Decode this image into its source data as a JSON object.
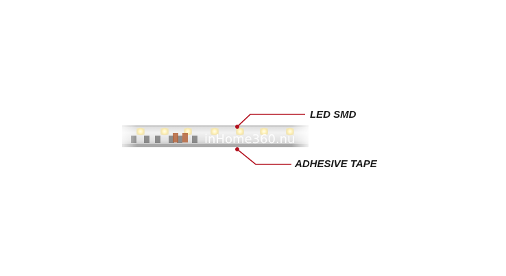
{
  "callouts": {
    "led_smd": "LED SMD",
    "adhesive_tape": "ADHESIVE TAPE"
  },
  "watermark": "inHome360.nu",
  "colors": {
    "leader_line": "#b3101e",
    "strip_body": "#e6e6e6",
    "led_glow": "#fff6cf",
    "led_core": "#fffbe6",
    "resistor": "#b5653d"
  }
}
